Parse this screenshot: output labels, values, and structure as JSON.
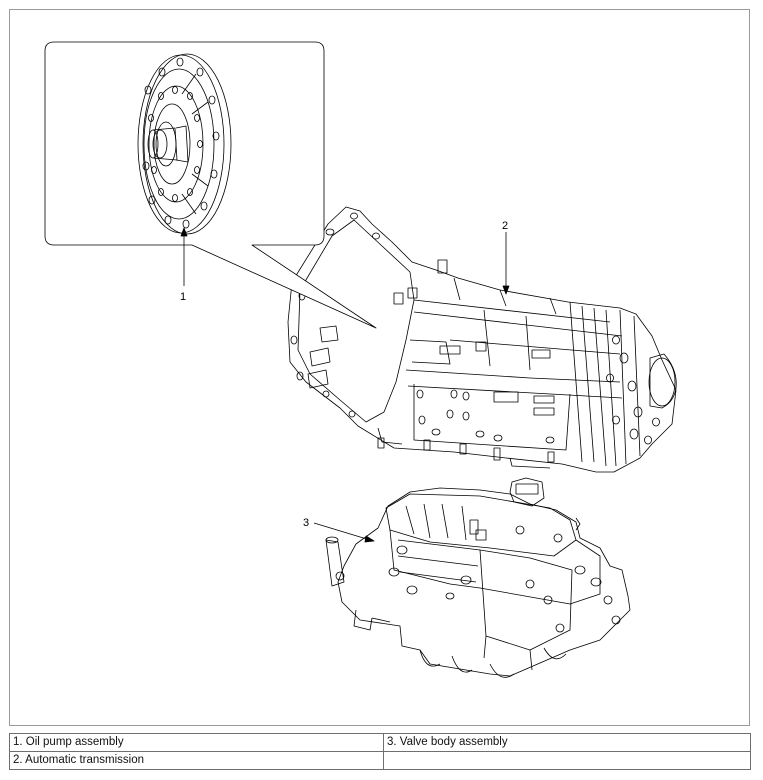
{
  "callouts": {
    "c1": "1",
    "c2": "2",
    "c3": "3"
  },
  "legend": {
    "item1": "1. Oil pump assembly",
    "item2": "2. Automatic transmission",
    "item3": "3. Valve body assembly"
  },
  "colors": {
    "line": "#000000",
    "frame": "#9a9a9a"
  }
}
